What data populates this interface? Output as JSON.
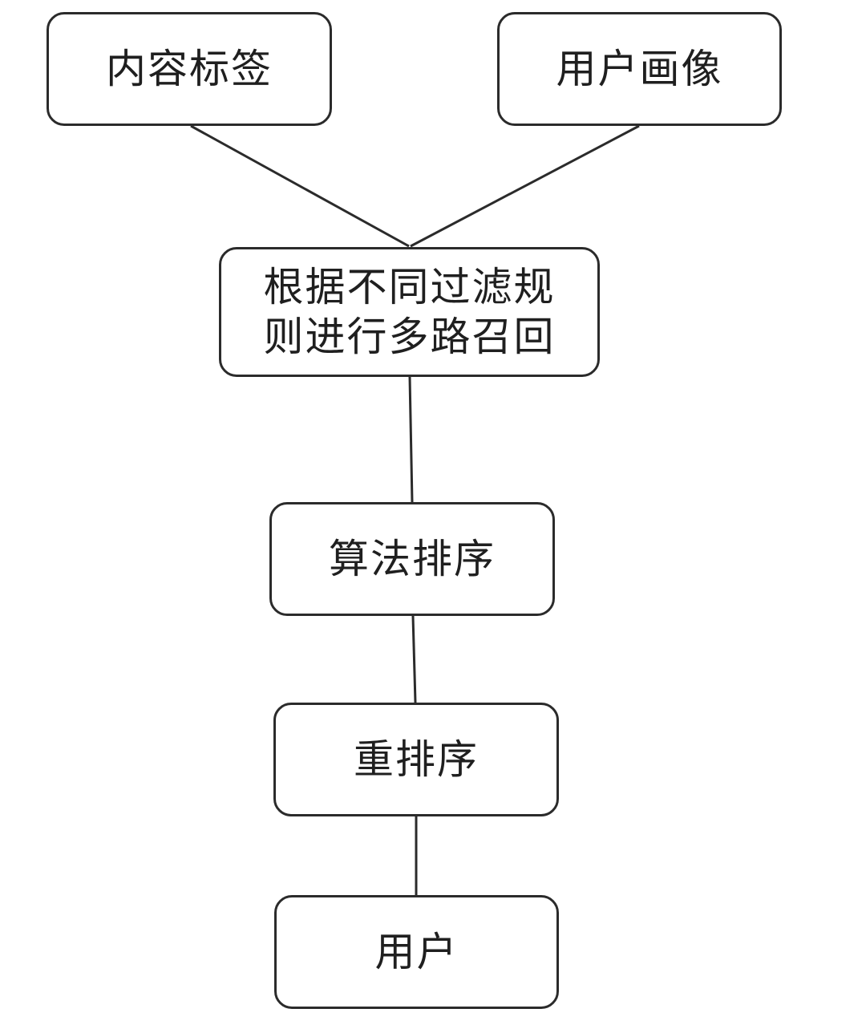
{
  "diagram": {
    "nodes": [
      {
        "id": "content_tags",
        "label": "内容标签"
      },
      {
        "id": "user_profile",
        "label": "用户画像"
      },
      {
        "id": "multi_recall",
        "label": "根据不同过滤规\n则进行多路召回"
      },
      {
        "id": "algo_ranking",
        "label": "算法排序"
      },
      {
        "id": "reranking",
        "label": "重排序"
      },
      {
        "id": "user",
        "label": "用户"
      }
    ],
    "edges": [
      {
        "from": "content_tags",
        "to": "multi_recall"
      },
      {
        "from": "user_profile",
        "to": "multi_recall"
      },
      {
        "from": "multi_recall",
        "to": "algo_ranking"
      },
      {
        "from": "algo_ranking",
        "to": "reranking"
      },
      {
        "from": "reranking",
        "to": "user"
      }
    ],
    "colors": {
      "line": "#2b2b2b",
      "border": "#2b2b2b",
      "text": "#1f1f1f",
      "background": "#ffffff"
    }
  }
}
